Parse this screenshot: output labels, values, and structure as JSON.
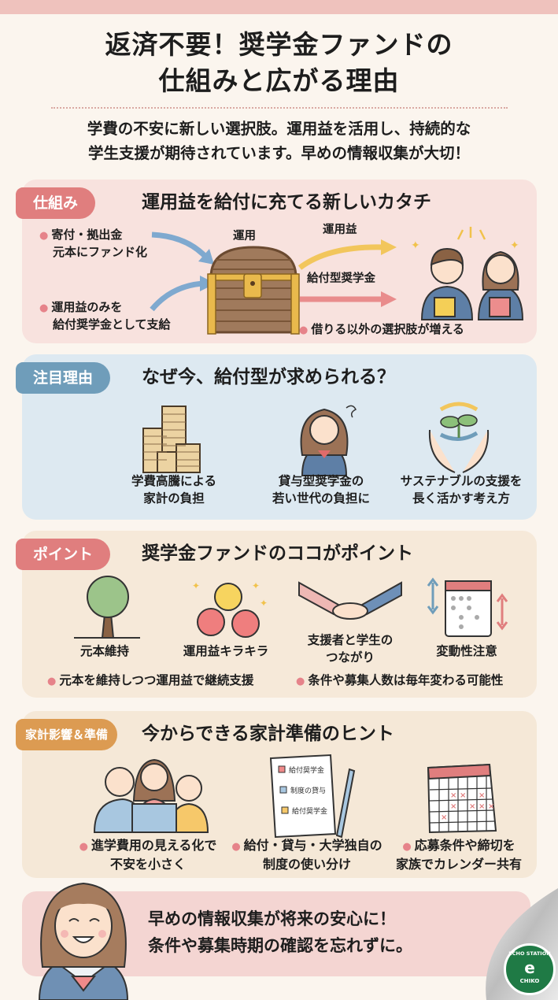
{
  "title": {
    "line1": "返済不要！奨学金ファンドの",
    "line2": "仕組みと広がる理由"
  },
  "intro": {
    "line1": "学費の不安に新しい選択肢。運用益を活用し、持続的な",
    "line2": "学生支援が期待されています。早めの情報収集が大切！"
  },
  "sections": [
    {
      "tag": "仕組み",
      "title": "運用益を給付に充てる新しいカタチ",
      "bullets": [
        {
          "line1": "寄付・拠出金",
          "line2": "元本にファンド化"
        },
        {
          "line1": "運用益のみを",
          "line2": "給付奨学金として支給"
        },
        {
          "line1": "借りる以外の選択肢が増える"
        }
      ],
      "labels": {
        "chest": "運用",
        "gain_arrow": "運用益",
        "grant_arrow": "給付型奨学金"
      },
      "icons": [
        "treasure-chest-icon",
        "students-icon"
      ]
    },
    {
      "tag": "注目理由",
      "title": "なぜ今、給付型が求められる？",
      "items": [
        {
          "icon": "money-stacks-icon",
          "line1": "学費高騰による",
          "line2": "家計の負担"
        },
        {
          "icon": "worried-student-icon",
          "line1": "貸与型奨学金の",
          "line2": "若い世代の負担に"
        },
        {
          "icon": "sustainable-plant-icon",
          "line1": "サステナブルの支援を",
          "line2": "長く活かす考え方"
        }
      ]
    },
    {
      "tag": "ポイント",
      "title": "奨学金ファンドのココがポイント",
      "items": [
        {
          "icon": "tree-icon",
          "line1": "元本維持"
        },
        {
          "icon": "apples-icon",
          "line1": "運用益キラキラ"
        },
        {
          "icon": "handshake-icon",
          "line1": "支援者と学生の",
          "line2": "つながり"
        },
        {
          "icon": "calendar-icon",
          "line1": "変動性注意"
        }
      ],
      "bullets": [
        "元本を維持しつつ運用益で継続支援",
        "条件や募集人数は毎年変わる可能性"
      ]
    },
    {
      "tag": "家計影響＆準備",
      "title": "今からできる家計準備のヒント",
      "items": [
        {
          "icon": "family-reading-icon",
          "line1": "進学費用の見える化で",
          "line2": "不安を小さく"
        },
        {
          "icon": "checklist-icon",
          "line1": "給付・貸与・大学独自の",
          "line2": "制度の使い分け"
        },
        {
          "icon": "calendar-icon",
          "line1": "応募条件や締切を",
          "line2": "家族でカレンダー共有"
        }
      ],
      "checklist": [
        "給付奨学金",
        "制度の貸与",
        "給付奨学金"
      ]
    }
  ],
  "footer": {
    "line1": "早めの情報収集が将来の安心に！",
    "line2": "条件や募集時期の確認を忘れずに。"
  },
  "badge": {
    "top": "ECHO STATION",
    "bottom": "CHIKO"
  },
  "colors": {
    "pink": "#e07e7e",
    "blue": "#6f9dba",
    "orange": "#dc9b52",
    "badge_green": "#1f7a45"
  }
}
